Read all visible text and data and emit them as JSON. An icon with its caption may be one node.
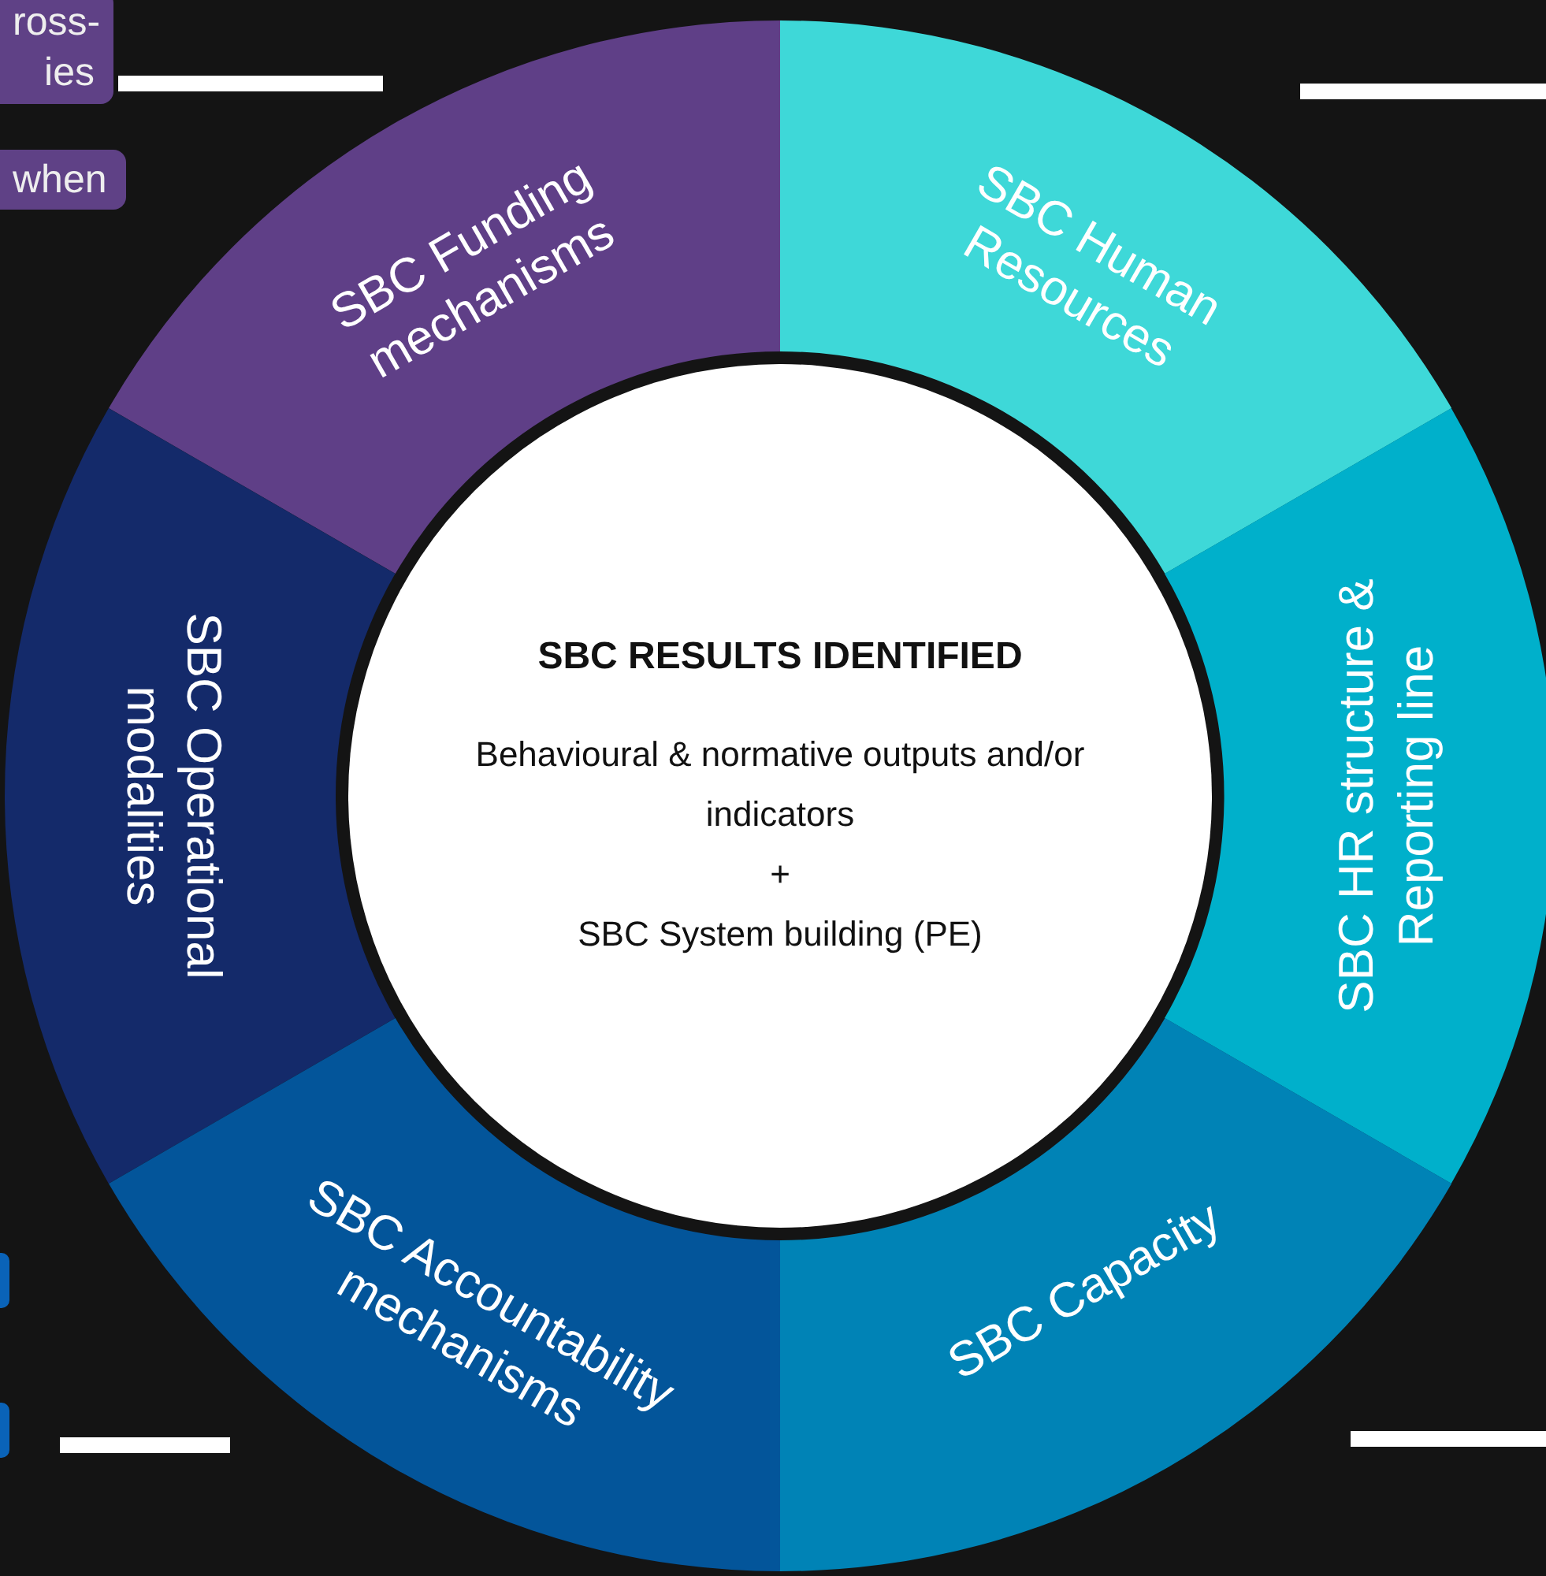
{
  "diagram": {
    "nodes": [
      {
        "text": [
          "SBC RESULTS IDENTIFIED",
          "Behavioural & normative outputs and/or indicators",
          "+",
          "SBC System building (PE)"
        ]
      },
      {
        "text": [
          "SBC Funding mechanisms"
        ]
      },
      {
        "text": [
          "SBC Human Resources"
        ]
      },
      {
        "text": [
          "SBC Operational modalities"
        ]
      },
      {
        "text": [
          "SBC HR  structure & Reporting line"
        ]
      },
      {
        "text": [
          "SBC Accountability mechanisms"
        ]
      },
      {
        "text": [
          "SBC Capacity"
        ]
      }
    ],
    "labels": [
      "ross- ies",
      "when"
    ]
  }
}
